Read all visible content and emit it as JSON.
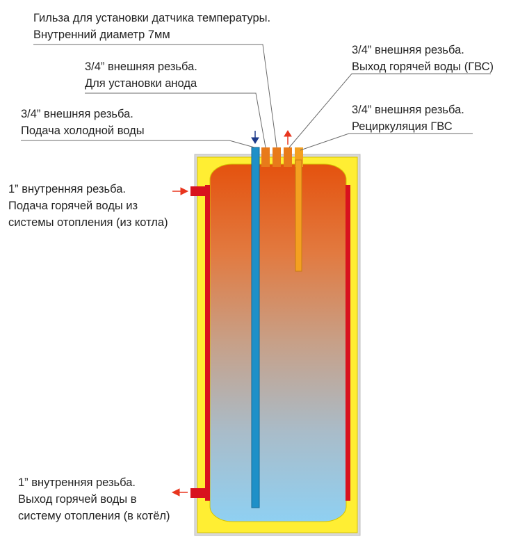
{
  "labels": {
    "sensor_sleeve": {
      "line1": "Гильза для установки датчика температуры.",
      "line2": "Внутренний диаметр 7мм"
    },
    "anode": {
      "line1": "3/4” внешняя резьба.",
      "line2": "Для установки анода"
    },
    "cold_inlet": {
      "line1": "3/4” внешняя резьба.",
      "line2": "Подача холодной воды"
    },
    "hot_outlet": {
      "line1": "3/4” внешняя резьба.",
      "line2": "Выход горячей воды (ГВС)"
    },
    "recirculation": {
      "line1": "3/4” внешняя резьба.",
      "line2": "Рециркуляция ГВС"
    },
    "heating_supply": {
      "line1": "1” внутренняя резьба.",
      "line2": "Подача горячей воды из",
      "line3": "системы отопления (из котла)"
    },
    "heating_return": {
      "line1": "1” внутренняя резьба.",
      "line2": "Выход горячей воды в",
      "line3": "систему отопления (в котёл)"
    }
  },
  "colors": {
    "insulation": "#ffee33",
    "insulation_border": "#d6c400",
    "casing": "#d9d9d9",
    "water_top": "#e85a14",
    "water_bottom": "#8fd0f2",
    "coil": "#d8121e",
    "cold_pipe": "#1e90c8",
    "hot_pipe": "#f4a020",
    "arrow_in": "#1e3a8a",
    "arrow_out": "#e8351e",
    "leader": "#6b6b6b"
  }
}
